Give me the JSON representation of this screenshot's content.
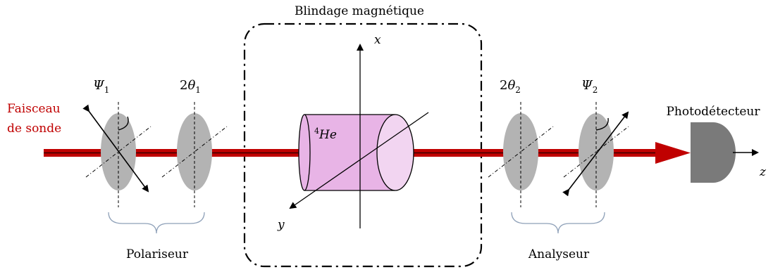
{
  "title": "Blindage magnétique",
  "beam_label_line1": "Faisceau",
  "beam_label_line2": "de sonde",
  "photodetector_label": "Photodétecteur",
  "polariser_label": "Polariseur",
  "analyser_label": "Analyseur",
  "cell_label": {
    "sup": "4",
    "text": "He"
  },
  "axes": {
    "x": "x",
    "y": "y",
    "z": "z"
  },
  "optics": {
    "psi1": {
      "base": "Ψ",
      "sub": "1"
    },
    "theta1": {
      "prefix": "2",
      "base": "θ",
      "sub": "1"
    },
    "theta2": {
      "prefix": "2",
      "base": "θ",
      "sub": "2"
    },
    "psi2": {
      "base": "Ψ",
      "sub": "2"
    }
  },
  "colors": {
    "beam": "#c00000",
    "beam_label": "#c00000",
    "lens": "#b3b3b3",
    "cell": "#e8b4e6",
    "cell_face": "#f2d5f1",
    "detector": "#7a7a7a",
    "brace": "#8ea0b8"
  }
}
